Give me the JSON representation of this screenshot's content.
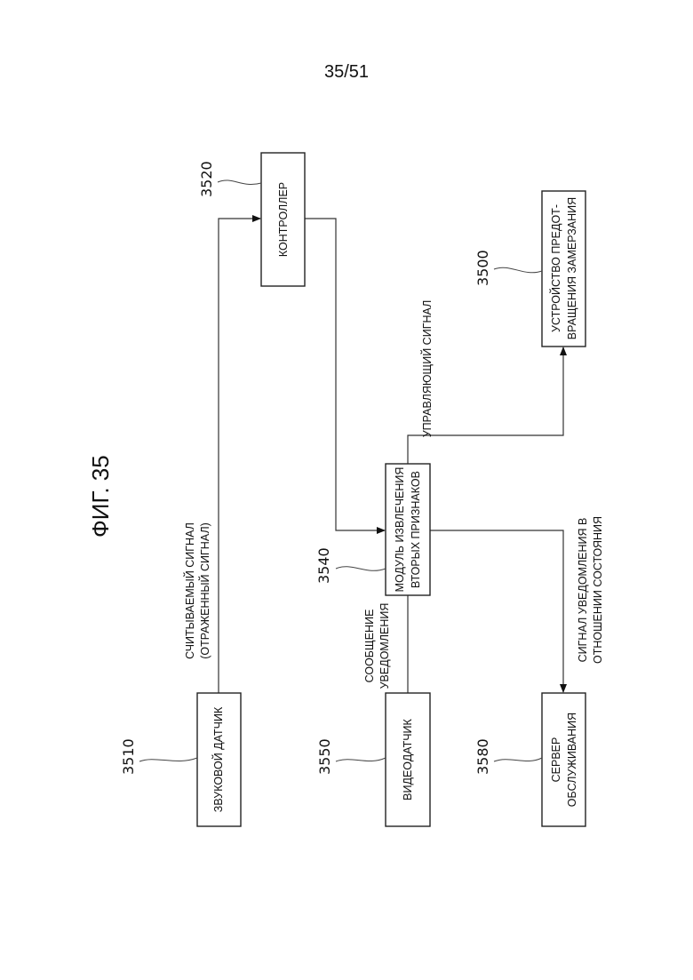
{
  "page": {
    "number": "35/51"
  },
  "figure": {
    "title": "ФИГ. 35"
  },
  "blocks": {
    "controller": {
      "ref": "3520",
      "lines": [
        "КОНТРОЛЛЕР"
      ]
    },
    "anti_freeze_device": {
      "ref": "3500",
      "lines": [
        "УСТРОЙСТВО ПРЕДОТ-",
        "ВРАЩЕНИЯ ЗАМЕРЗАНИЯ"
      ]
    },
    "feature_module": {
      "ref": "3540",
      "lines": [
        "МОДУЛЬ ИЗВЛЕЧЕНИЯ",
        "ВТОРЫХ ПРИЗНАКОВ"
      ]
    },
    "sound_sensor": {
      "ref": "3510",
      "lines": [
        "ЗВУКОВОЙ ДАТЧИК"
      ]
    },
    "video_sensor": {
      "ref": "3550",
      "lines": [
        "ВИДЕОДАТЧИК"
      ]
    },
    "service_server": {
      "ref": "3580",
      "lines": [
        "СЕРВЕР",
        "ОБСЛУЖИВАНИЯ"
      ]
    }
  },
  "signals": {
    "sensed_signal": [
      "СЧИТЫВАЕМЫЙ СИГНАЛ",
      "(ОТРАЖЕННЫЙ СИГНАЛ)"
    ],
    "control_signal": [
      "УПРАВЛЯЮЩИЙ СИГНАЛ"
    ],
    "notification_message": [
      "СООБЩЕНИЕ",
      "УВЕДОМЛЕНИЯ"
    ],
    "status_notification_signal": [
      "СИГНАЛ УВЕДОМЛЕНИЯ В",
      "ОТНОШЕНИИ СОСТОЯНИЯ"
    ]
  }
}
